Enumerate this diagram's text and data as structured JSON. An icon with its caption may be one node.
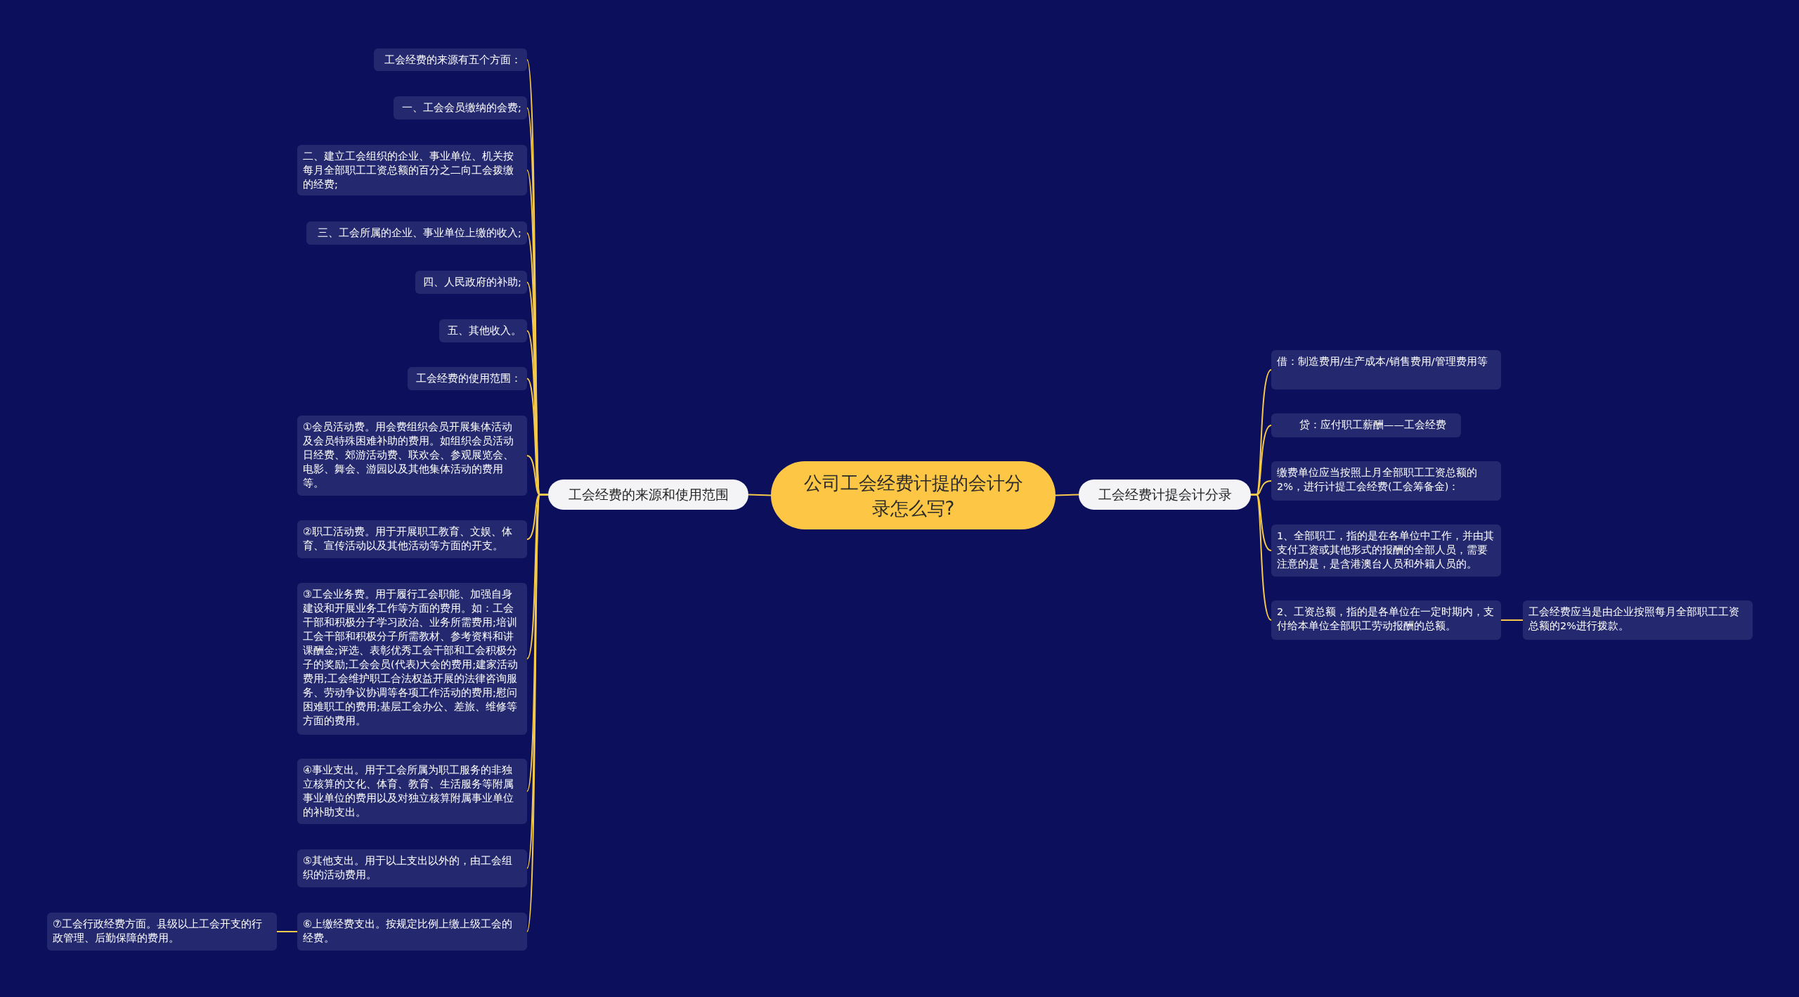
{
  "diagram": {
    "nodes": [
      {
        "text": [
          "公司工会经费计提的会计分录怎么写?"
        ]
      },
      {
        "text": [
          "工会经费的来源和使用范围"
        ]
      },
      {
        "text": [
          "工会经费的来源有五个方面："
        ]
      },
      {
        "text": [
          "一、工会会员缴纳的会费;"
        ]
      },
      {
        "text": [
          "二、建立工会组织的企业、事业单位、机关按每月全部职工工资总额的百分之二向工会拨缴的经费;"
        ]
      },
      {
        "text": [
          "三、工会所属的企业、事业单位上缴的收入;"
        ]
      },
      {
        "text": [
          "四、人民政府的补助;"
        ]
      },
      {
        "text": [
          "五、其他收入。"
        ]
      },
      {
        "text": [
          "工会经费的使用范围："
        ]
      },
      {
        "text": [
          "①会员活动费。用会费组织会员开展集体活动及会员特殊困难补助的费用。如组织会员活动日经费、郊游活动费、联欢会、参观展览会、电影、舞会、游园以及其他集体活动的费用等。"
        ]
      },
      {
        "text": [
          "②职工活动费。用于开展职工教育、文娱、体育、宣传活动以及其他活动等方面的开支。"
        ]
      },
      {
        "text": [
          "③工会业务费。用于履行工会职能、加强自身建设和开展业务工作等方面的费用。如：工会干部和积极分子学习政治、业务所需费用;培训工会干部和积极分子所需教材、参考资料和讲课酬金;评选、表彰优秀工会干部和工会积极分子的奖励;工会会员(代表)大会的费用;建家活动费用;工会维护职工合法权益开展的法律咨询服务、劳动争议协调等各项工作活动的费用;慰问困难职工的费用;基层工会办公、差旅、维修等方面的费用。"
        ]
      },
      {
        "text": [
          "④事业支出。用于工会所属为职工服务的非独立核算的文化、体育、教育、生活服务等附属事业单位的费用以及对独立核算附属事业单位的补助支出。"
        ]
      },
      {
        "text": [
          "⑤其他支出。用于以上支出以外的，由工会组织的活动费用。"
        ]
      },
      {
        "text": [
          "⑥上缴经费支出。按规定比例上缴上级工会的经费。"
        ]
      },
      {
        "text": [
          "⑦工会行政经费方面。县级以上工会开支的行政管理、后勤保障的费用。"
        ]
      },
      {
        "text": [
          "工会经费计提会计分录"
        ]
      },
      {
        "text": [
          "借：制造费用/生产成本/销售费用/管理费用等"
        ]
      },
      {
        "text": [
          "贷：应付职工薪酬——工会经费"
        ]
      },
      {
        "text": [
          "缴费单位应当按照上月全部职工工资总额的2%，进行计提工会经费(工会筹备金)："
        ]
      },
      {
        "text": [
          "1、全部职工，指的是在各单位中工作，并由其支付工资或其他形式的报酬的全部人员，需要注意的是，是含港澳台人员和外籍人员的。"
        ]
      },
      {
        "text": [
          "2、工资总额，指的是各单位在一定时期内，支付给本单位全部职工劳动报酬的总额。"
        ]
      },
      {
        "text": [
          "工会经费应当是由企业按照每月全部职工工资总额的2%进行拨款。"
        ]
      }
    ],
    "edges": [
      {
        "from": 0,
        "to": 1,
        "arrow": "none"
      },
      {
        "from": 1,
        "to": 2,
        "arrow": "none"
      },
      {
        "from": 1,
        "to": 3,
        "arrow": "none"
      },
      {
        "from": 1,
        "to": 4,
        "arrow": "none"
      },
      {
        "from": 1,
        "to": 5,
        "arrow": "none"
      },
      {
        "from": 1,
        "to": 6,
        "arrow": "none"
      },
      {
        "from": 1,
        "to": 7,
        "arrow": "none"
      },
      {
        "from": 1,
        "to": 8,
        "arrow": "none"
      },
      {
        "from": 1,
        "to": 9,
        "arrow": "none"
      },
      {
        "from": 1,
        "to": 10,
        "arrow": "none"
      },
      {
        "from": 1,
        "to": 11,
        "arrow": "none"
      },
      {
        "from": 1,
        "to": 12,
        "arrow": "none"
      },
      {
        "from": 1,
        "to": 13,
        "arrow": "none"
      },
      {
        "from": 1,
        "to": 14,
        "arrow": "none"
      },
      {
        "from": 14,
        "to": 15,
        "arrow": "none"
      },
      {
        "from": 0,
        "to": 16,
        "arrow": "none"
      },
      {
        "from": 16,
        "to": 17,
        "arrow": "none"
      },
      {
        "from": 16,
        "to": 18,
        "arrow": "none"
      },
      {
        "from": 16,
        "to": 19,
        "arrow": "none"
      },
      {
        "from": 16,
        "to": 20,
        "arrow": "none"
      },
      {
        "from": 16,
        "to": 21,
        "arrow": "none"
      },
      {
        "from": 21,
        "to": 22,
        "arrow": "none"
      }
    ]
  }
}
